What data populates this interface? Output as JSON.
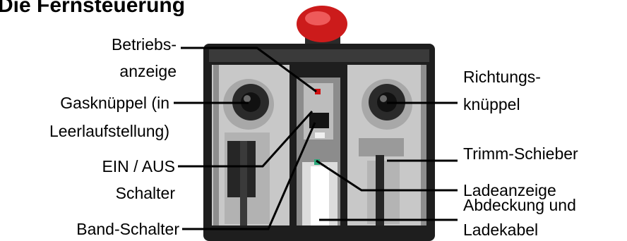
{
  "title": "Die Fernsteuerung",
  "labels": {
    "betriebsanzeige": [
      "Betriebs-",
      "anzeige"
    ],
    "gasknueppel": [
      "Gasknüppel (in",
      "Leerlaufstellung)"
    ],
    "ein_aus": [
      "EIN / AUS",
      "Schalter"
    ],
    "band_schalter": "Band-Schalter",
    "richtungsknueppel": [
      "Richtungs-",
      "knüppel"
    ],
    "trimm_schieber": "Trimm-Schieber",
    "ladeanzeige": "Ladeanzeige",
    "abdeckung": [
      "Abdeckung und",
      "Ladekabel"
    ]
  },
  "colors": {
    "antenna": "#cc1b1b",
    "body_dark": "#1e1e1e",
    "panel_light": "#c8c8c8",
    "status_led": "#d01010",
    "charge_led": "#2aa87a"
  }
}
